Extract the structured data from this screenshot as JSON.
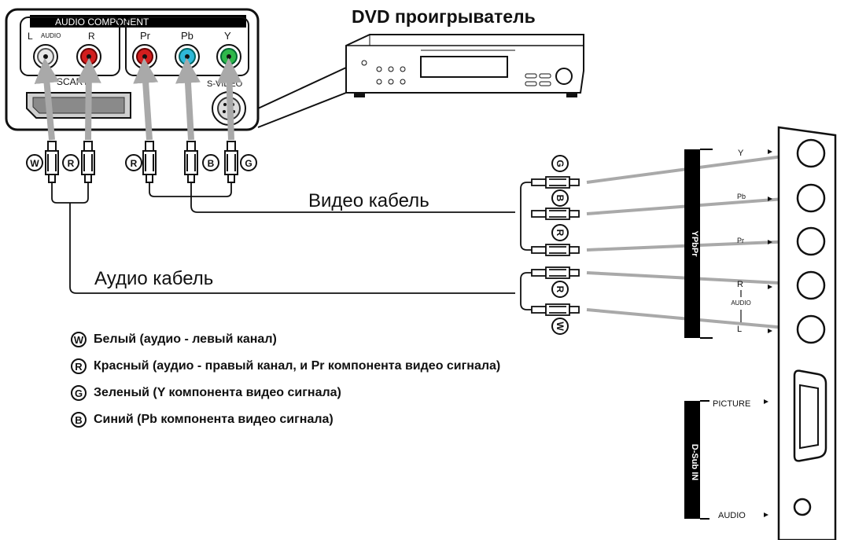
{
  "dvd_player_title": "DVD проигрыватель",
  "dvd_panel": {
    "header": "AUDIO COMPONENT",
    "audio_l": "L",
    "audio_sub": "AUDIO",
    "audio_r": "R",
    "pr": "Pr",
    "pb": "Pb",
    "y": "Y",
    "scart": "SCART",
    "svideo": "S-VIDEO"
  },
  "cables": {
    "video_cable": "Видео кабель",
    "audio_cable": "Аудио кабель"
  },
  "plug_letters": {
    "w": "W",
    "r": "R",
    "g": "G",
    "b": "B"
  },
  "tv_panel": {
    "ypbpr_label": "YPbPr",
    "dsub_label": "D-Sub IN",
    "y": "Y",
    "pb": "Pb",
    "pr": "Pr",
    "r": "R",
    "audio": "AUDIO",
    "l": "L",
    "picture": "PICTURE",
    "audio_in": "AUDIO"
  },
  "legend": [
    {
      "letter": "W",
      "text": "Белый (аудио - левый канал)"
    },
    {
      "letter": "R",
      "text": "Красный (аудио - правый канал, и Pr компонента видео сигнала)"
    },
    {
      "letter": "G",
      "text": "Зеленый (Y компонента видео сигнала)"
    },
    {
      "letter": "B",
      "text": "Синий (Pb компонента видео сигнала)"
    }
  ],
  "colors": {
    "white_jack": "#e8e8e8",
    "red_jack": "#d21e1e",
    "blue_jack": "#2fb8d8",
    "green_jack": "#2fb84a",
    "arrow": "#a9a9a9",
    "label_bar": "#000000"
  }
}
